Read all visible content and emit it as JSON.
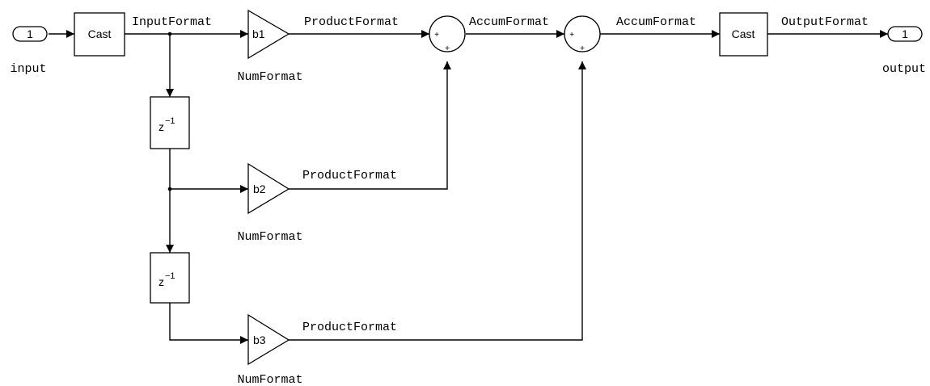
{
  "ports": {
    "inport_number": "1",
    "inport_label": "input",
    "outport_number": "1",
    "outport_label": "output"
  },
  "blocks": {
    "cast_in_label": "Cast",
    "cast_out_label": "Cast",
    "gain1_label": "b1",
    "gain2_label": "b2",
    "gain3_label": "b3",
    "delay_label": "z",
    "delay_exponent": "−1",
    "sum_sign": "+"
  },
  "signals": {
    "input_format": "InputFormat",
    "product_format": "ProductFormat",
    "accum_format": "AccumFormat",
    "output_format": "OutputFormat",
    "num_format": "NumFormat"
  }
}
